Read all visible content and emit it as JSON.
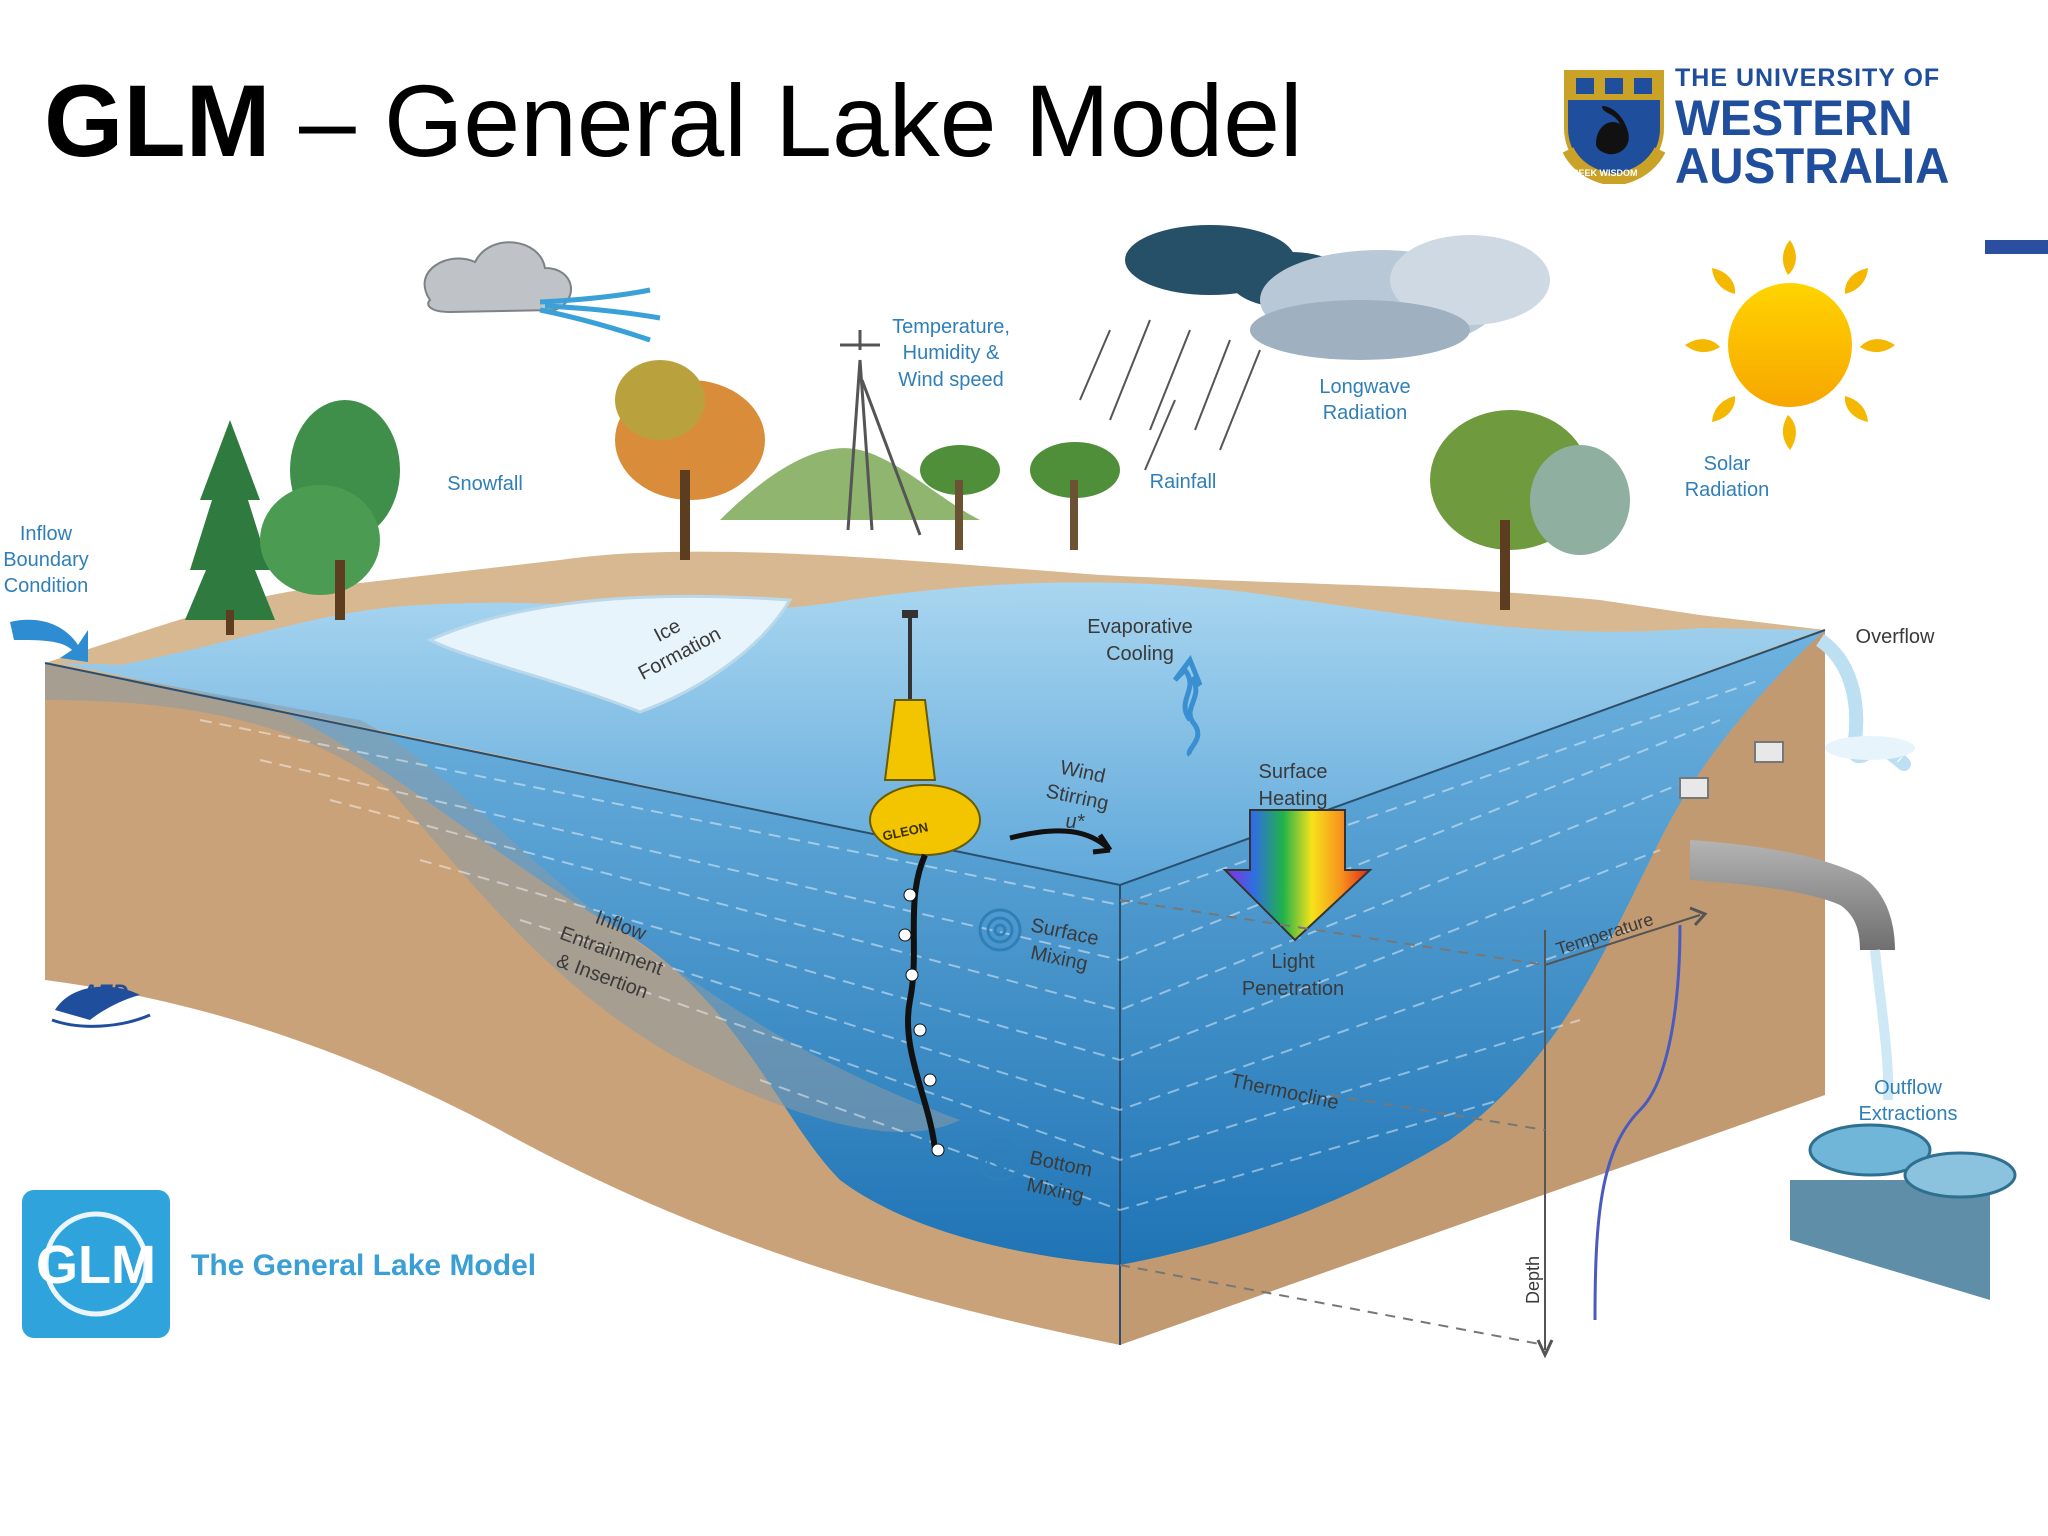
{
  "slide": {
    "title_bold": "GLM",
    "title_rest": " – General Lake Model"
  },
  "logo": {
    "line1": "THE UNIVERSITY OF",
    "line2": "WESTERN",
    "line3": "AUSTRALIA",
    "motto": "SEEK WISDOM",
    "color": "#1f4e9c"
  },
  "glm_logo": {
    "badge": "GLM",
    "name": "The General Lake Model",
    "color": "#3a9fd4"
  },
  "aed_logo": {
    "text": "AED"
  },
  "buoy": {
    "text": "GLEON"
  },
  "labels": {
    "inflow_boundary": [
      "Inflow",
      "Boundary",
      "Condition"
    ],
    "snowfall": "Snowfall",
    "met": [
      "Temperature,",
      "Humidity &",
      "Wind speed"
    ],
    "rainfall": "Rainfall",
    "longwave": [
      "Longwave",
      "Radiation"
    ],
    "solar": [
      "Solar",
      "Radiation"
    ],
    "ice": [
      "Ice",
      "Formation"
    ],
    "evap": [
      "Evaporative",
      "Cooling"
    ],
    "overflow": "Overflow",
    "wind": [
      "Wind",
      "Stirring"
    ],
    "ustar": "u*",
    "surface_heating": [
      "Surface",
      "Heating"
    ],
    "light": [
      "Light",
      "Penetration"
    ],
    "surface_mixing": [
      "Surface",
      "Mixing"
    ],
    "inflow_entrain": [
      "Inflow",
      "Entrainment",
      "& Insertion"
    ],
    "thermocline": "Thermocline",
    "bottom_mixing": [
      "Bottom",
      "Mixing"
    ],
    "temperature_axis": "Temperature",
    "depth_axis": "Depth",
    "outflow": [
      "Outflow",
      "Extractions"
    ]
  },
  "colors": {
    "water_surface": "#8ec7e8",
    "water_deep": "#2f86c4",
    "soil": "#c9a27a",
    "soil_top": "#d2b490",
    "label_blue": "#2f7fb8",
    "label_dark": "#3a3a3a"
  }
}
